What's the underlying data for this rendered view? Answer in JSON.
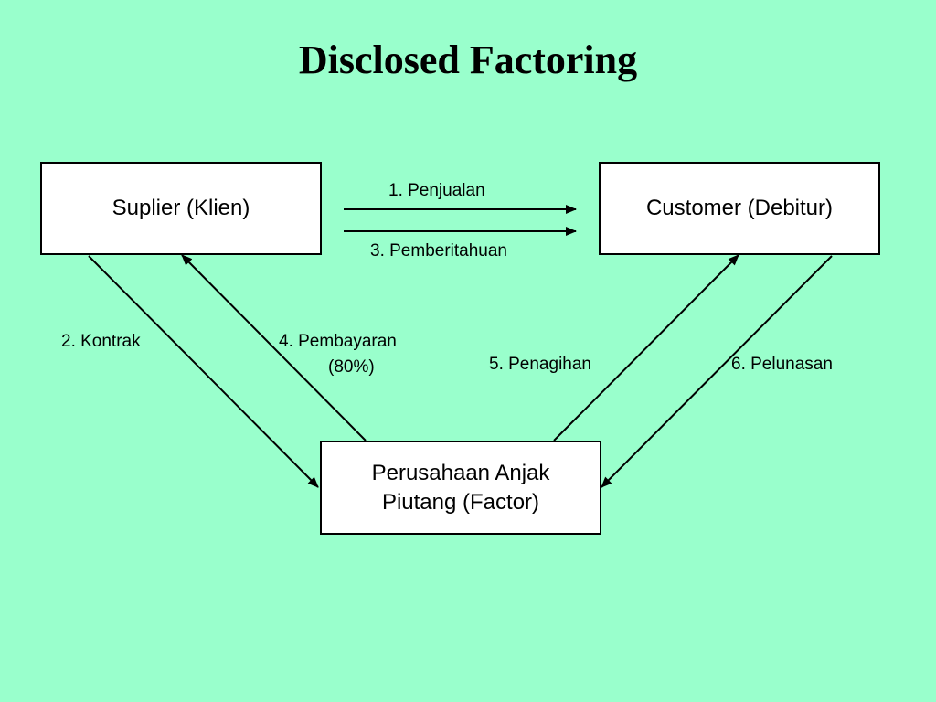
{
  "title": "Disclosed Factoring",
  "nodes": {
    "supplier": "Suplier (Klien)",
    "customer": "Customer (Debitur)",
    "factor_line1": "Perusahaan Anjak",
    "factor_line2": "Piutang (Factor)"
  },
  "edges": {
    "penjualan": "1.  Penjualan",
    "kontrak": "2.  Kontrak",
    "pemberitahuan": "3.  Pemberitahuan",
    "pembayaran_line1": "4.  Pembayaran",
    "pembayaran_line2": "(80%)",
    "penagihan": "5.  Penagihan",
    "pelunasan": "6.  Pelunasan"
  }
}
